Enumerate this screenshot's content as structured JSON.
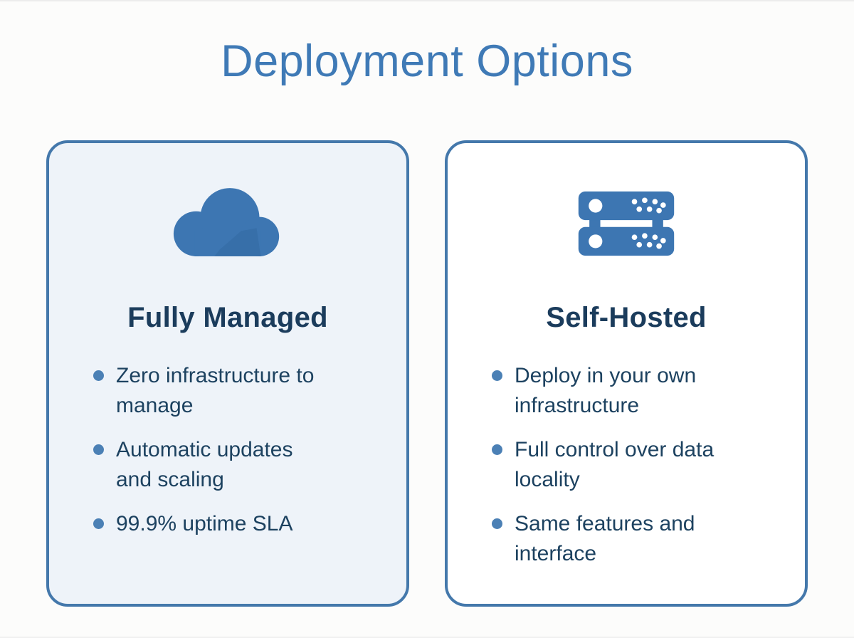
{
  "title": "Deployment Options",
  "colors": {
    "title_blue": "#3f7ab6",
    "card_border": "#4478ab",
    "managed_card_bg": "#eef3f9",
    "hosted_card_bg": "#ffffff",
    "heading_navy": "#1b3c5c",
    "body_navy": "#1d4260",
    "bullet_dot_blue": "#4b80b5",
    "icon_blue": "#3d76b2",
    "page_bg": "#fcfcfb"
  },
  "cards": [
    {
      "id": "fully-managed",
      "icon": "cloud-icon",
      "heading": "Fully Managed",
      "bullets": [
        "Zero infrastructure to\nmanage",
        "Automatic updates\nand scaling",
        "99.9% uptime SLA"
      ]
    },
    {
      "id": "self-hosted",
      "icon": "server-icon",
      "heading": "Self-Hosted",
      "bullets": [
        "Deploy in your own\ninfrastructure",
        "Full control over data\nlocality",
        "Same features and\ninterface"
      ]
    }
  ]
}
